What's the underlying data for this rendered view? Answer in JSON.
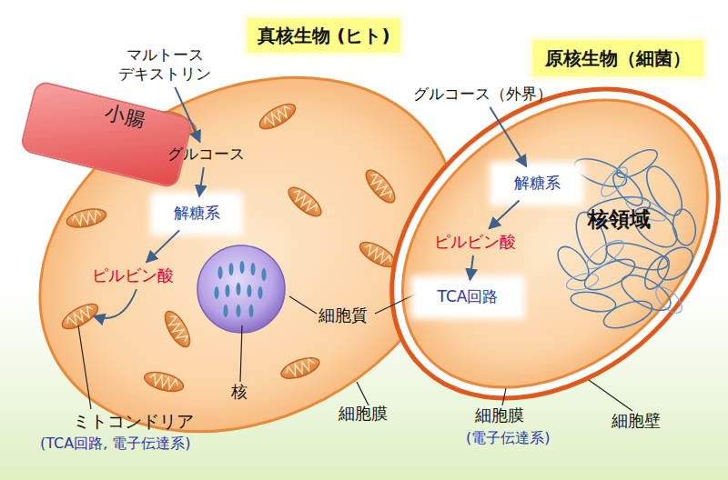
{
  "diagram": {
    "nodes": [
      {
        "text": [
          "真核生物 (ヒト)"
        ]
      },
      {
        "text": [
          "小腸"
        ]
      },
      {
        "text": [
          "マルトース デキストリン"
        ]
      },
      {
        "text": [
          "グルコース"
        ]
      },
      {
        "text": [
          "解糖系"
        ]
      },
      {
        "text": [
          "ピルビン酸"
        ]
      },
      {
        "text": [
          "原核生物（細菌）"
        ]
      },
      {
        "text": [
          "グルコース（外界）"
        ]
      },
      {
        "text": [
          "解糖系"
        ]
      },
      {
        "text": [
          "ピルビン酸"
        ]
      },
      {
        "text": [
          "TCA回路"
        ]
      }
    ],
    "edges": [
      {
        "from": 2,
        "to": 3,
        "arrow": "to"
      },
      {
        "from": 3,
        "to": 4,
        "arrow": "to"
      },
      {
        "from": 4,
        "to": 5,
        "arrow": "to"
      },
      {
        "from": 7,
        "to": 8,
        "arrow": "to"
      },
      {
        "from": 8,
        "to": 9,
        "arrow": "to"
      },
      {
        "from": 9,
        "to": 10,
        "arrow": "to"
      }
    ],
    "labels": [
      "核領域",
      "細胞質",
      "核",
      "細胞膜",
      "ミトコンドリア",
      "(TCA回路, 電子伝達系)",
      "細胞膜",
      "(電子伝達系)",
      "細胞壁"
    ]
  }
}
